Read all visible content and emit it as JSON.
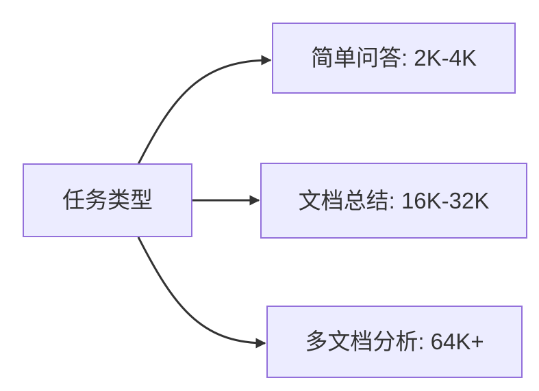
{
  "diagram": {
    "type": "flowchart-left-to-right",
    "root": {
      "id": "task-type",
      "label": "任务类型"
    },
    "branches": [
      {
        "id": "simple-qa",
        "label": "简单问答: 2K-4K"
      },
      {
        "id": "doc-summary",
        "label": "文档总结: 16K-32K"
      },
      {
        "id": "multi-doc",
        "label": "多文档分析: 64K+"
      }
    ],
    "edges": [
      {
        "from": "task-type",
        "to": "simple-qa"
      },
      {
        "from": "task-type",
        "to": "doc-summary"
      },
      {
        "from": "task-type",
        "to": "multi-doc"
      }
    ],
    "colors": {
      "node_fill": "#ECECFF",
      "node_border": "#9370DB",
      "edge_color": "#333333",
      "text_color": "#333333",
      "background": "#FFFFFF"
    }
  }
}
